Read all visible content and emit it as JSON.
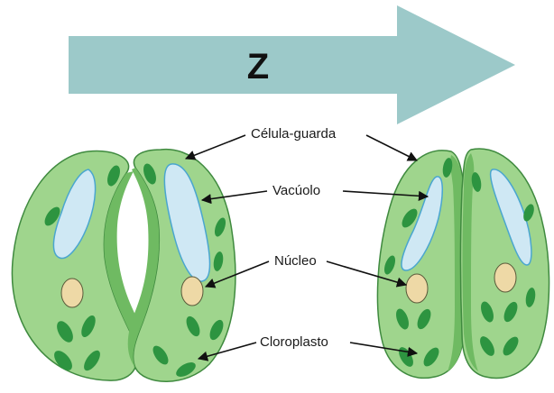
{
  "arrow": {
    "label": "Z"
  },
  "labels": {
    "guard_cell": "Célula-guarda",
    "vacuole": "Vacúolo",
    "nucleus": "Núcleo",
    "chloroplast": "Cloroplasto"
  },
  "colors": {
    "arrow_fill": "#9cc9c9",
    "cell_fill": "#9fd58d",
    "cell_dark": "#6fba62",
    "cell_stroke": "#3f8a3f",
    "vacuole_fill": "#cfe8f4",
    "vacuole_stroke": "#4aa6cf",
    "nucleus_fill": "#eed9a6",
    "nucleus_stroke": "#5a5a3a",
    "chloroplast_fill": "#2d9440"
  }
}
